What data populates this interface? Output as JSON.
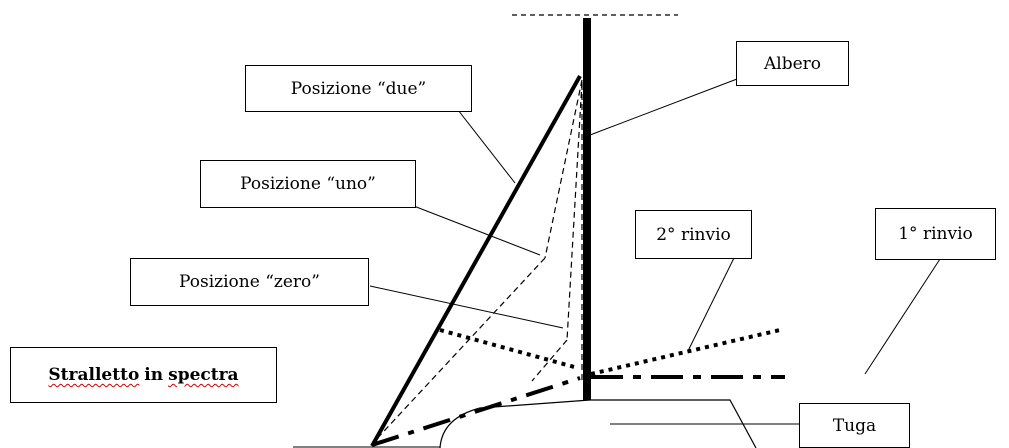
{
  "labels": {
    "albero": "Albero",
    "posizione_due": "Posizione “due”",
    "posizione_uno": "Posizione “uno”",
    "posizione_zero": "Posizione “zero”",
    "rinvio_2": "2° rinvio",
    "rinvio_1": "1° rinvio",
    "tuga": "Tuga"
  },
  "note": {
    "word1": "Stralletto",
    "word2": "in",
    "word3": "spectra"
  },
  "colors": {
    "line": "#000000",
    "spellcheck_underline": "#d00000"
  }
}
